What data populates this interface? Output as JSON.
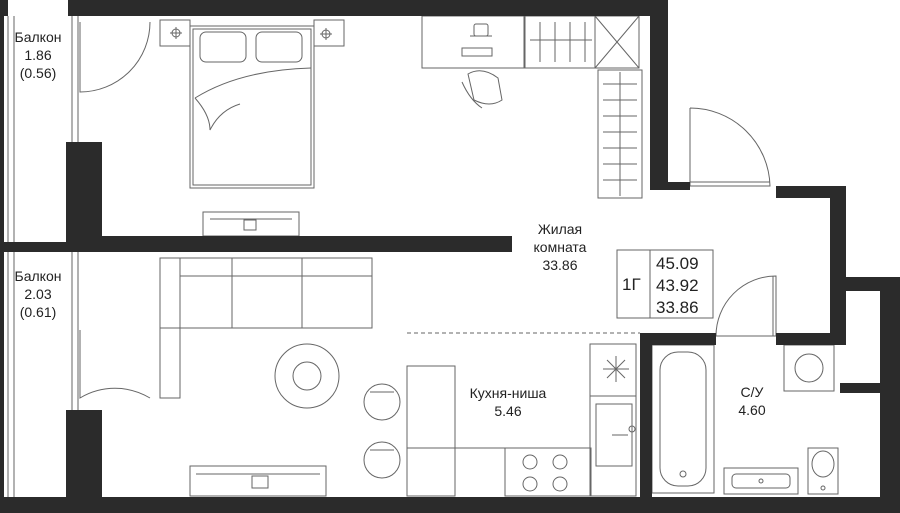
{
  "rooms": {
    "balcony_top": {
      "name": "Балкон",
      "area": "1.86",
      "area_coef": "(0.56)"
    },
    "balcony_bottom": {
      "name": "Балкон",
      "area": "2.03",
      "area_coef": "(0.61)"
    },
    "living": {
      "name_line1": "Жилая",
      "name_line2": "комната",
      "area": "33.86"
    },
    "kitchen": {
      "name": "Кухня-ниша",
      "area": "5.46"
    },
    "bathroom": {
      "name": "С/У",
      "area": "4.60"
    }
  },
  "apartment": {
    "type": "1Г",
    "total_area": "45.09",
    "area_no_balcony": "43.92",
    "living_area": "33.86"
  },
  "colors": {
    "wall": "#2b2b2b",
    "line": "#555555"
  }
}
